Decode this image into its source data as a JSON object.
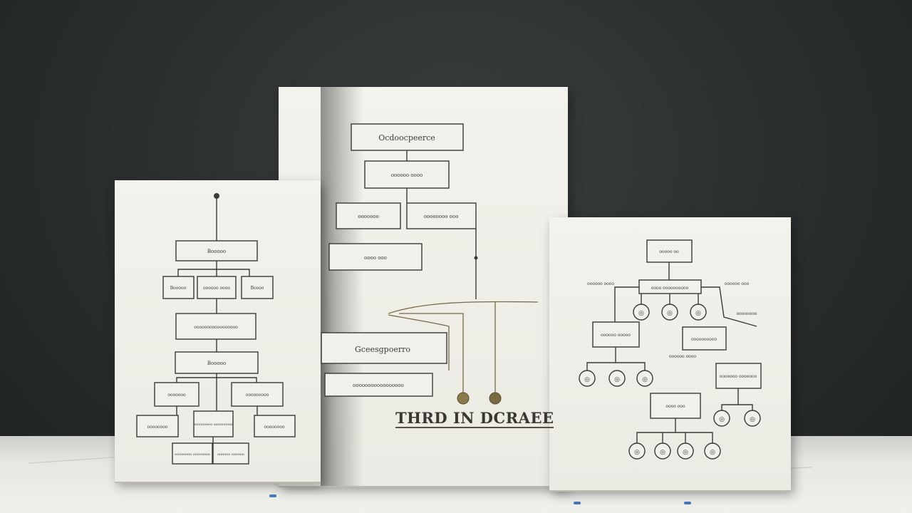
{
  "scene": {
    "description_free": true,
    "colors": {
      "wall": "#2a2d2e",
      "floor": "#e6e6e2",
      "paper": "#f1f0ea",
      "ink": "#3a3a36",
      "gold": "#8a7a4a"
    }
  },
  "center_card": {
    "title": "THRD IN DCRAEE",
    "top_box": "Ocdoocpeerce",
    "box_2": "oooooo oooo",
    "box_left": "ooooooo",
    "box_right": "oooooooo ooo",
    "box_mid": "oooo ooo",
    "wide_box": "Gceesgpoerro",
    "bottom_box": "ooooooooooooooooo"
  },
  "left_card": {
    "top_box": "Booooo",
    "row1": [
      "Booooo",
      "oooooo oooo",
      "Boooo"
    ],
    "mid_box": "ooooooooooooooooo",
    "lower_box": "Booooo",
    "row2": [
      "ooooooo",
      "ooooooooo"
    ],
    "row3": [
      "oooooooo",
      "ooooooooo ooooooooo",
      "oooooooo"
    ],
    "row4": [
      "oooooooo oooooooo",
      "oooooo oooooo"
    ]
  },
  "right_card": {
    "top_box": "ooooo oo",
    "second_box": "oooo oooooooooo",
    "side_labels": [
      "oooooo oooo",
      "oooooo ooo",
      "oooooooo",
      "oooooo oooo"
    ],
    "left_box": "oooooo ooooo",
    "right_box": "oooooooooo",
    "lower_right_box": "ooooooo ooooooo",
    "bottom_box": "oooo ooo"
  }
}
